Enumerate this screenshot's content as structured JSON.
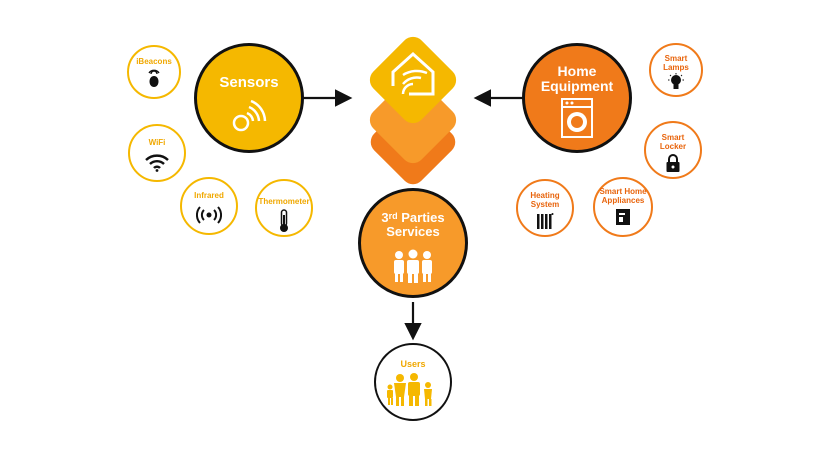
{
  "hub": {
    "icon": "homekit-house-wifi-icon"
  },
  "sensors": {
    "label": "Sensors",
    "color": "#f5b800",
    "icon": "wifi-sensor-icon"
  },
  "home_equipment": {
    "label_line1": "Home",
    "label_line2": "Equipment",
    "color": "#f07a1a",
    "icon": "washing-machine-icon"
  },
  "third_parties": {
    "label_super": "rd",
    "label_prefix": "3",
    "label_line1": "Parties",
    "label_line2": "Services",
    "color": "#f79a2a",
    "icon": "people-group-icon"
  },
  "users": {
    "label": "Users",
    "icon": "family-icon"
  },
  "sensor_items": [
    {
      "label": "iBeacons",
      "icon": "ibeacon-icon"
    },
    {
      "label": "WiFi",
      "icon": "wifi-icon"
    },
    {
      "label": "Infrared",
      "icon": "infrared-icon"
    },
    {
      "label": "Thermometer",
      "icon": "thermometer-icon"
    }
  ],
  "equipment_items": [
    {
      "label_line1": "Smart",
      "label_line2": "Lamps",
      "icon": "lightbulb-icon"
    },
    {
      "label_line1": "Smart",
      "label_line2": "Locker",
      "icon": "padlock-icon"
    },
    {
      "label_line1": "Smart Home",
      "label_line2": "Appliances",
      "icon": "appliance-icon"
    },
    {
      "label_line1": "Heating",
      "label_line2": "System",
      "icon": "radiator-icon"
    }
  ]
}
